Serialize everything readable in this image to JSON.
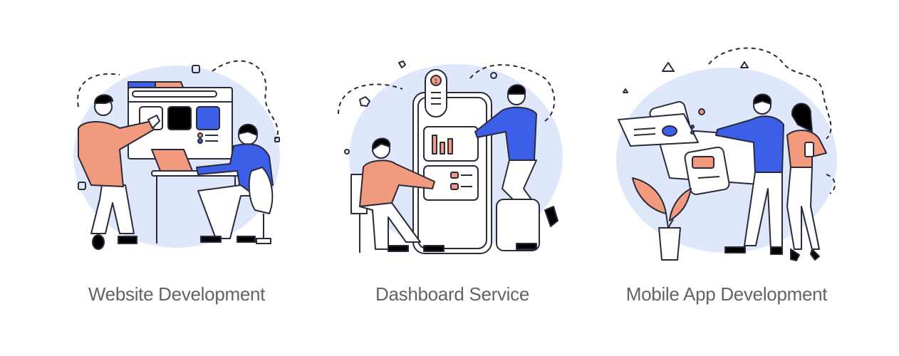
{
  "colors": {
    "blue": "#3b5fe6",
    "orange": "#f29a7e",
    "blob": "#dfe8fb",
    "stroke": "#2a2a3a",
    "caption": "#636363"
  },
  "panels": [
    {
      "caption": "Website Development",
      "icon": "website-development-illustration"
    },
    {
      "caption": "Dashboard Service",
      "icon": "dashboard-service-illustration"
    },
    {
      "caption": "Mobile App Development",
      "icon": "mobile-app-development-illustration"
    }
  ],
  "dashboard": {
    "badge": "1"
  }
}
